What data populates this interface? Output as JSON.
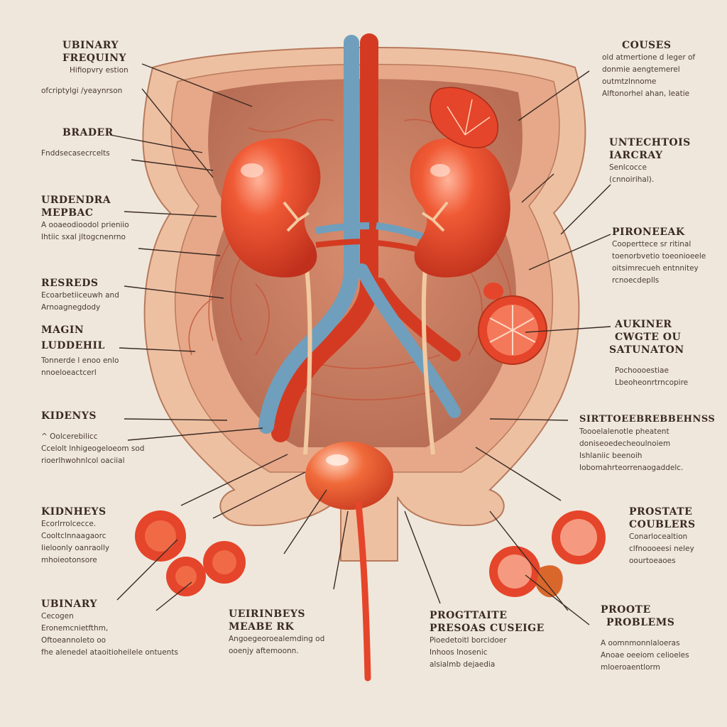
{
  "colors": {
    "background": "#efe7dc",
    "organ_red": "#e5452a",
    "vein_blue": "#6f9fbc",
    "pelvis_tan": "#e7b495",
    "text": "#3a2a24"
  },
  "labels_left": [
    {
      "id": "l1",
      "heading": [
        "UBINARY",
        "FREQUINY"
      ],
      "subtext": [
        "Hifiopvry estion",
        "ofcriptylgi /yeaynrson"
      ]
    },
    {
      "id": "l2",
      "heading": [
        "BRADER"
      ],
      "subtext": [
        "Fnddsecasecrcelts"
      ]
    },
    {
      "id": "l3",
      "heading": [
        "URDENDRA",
        "MEPBAC"
      ],
      "subtext": [
        "A ooaeodioodol prieniio",
        "Ihtiic sxal jltogcnenrno"
      ]
    },
    {
      "id": "l4",
      "heading": [
        "RESREDS"
      ],
      "subtext": [
        "Ecoarbetiiceuwh and",
        "Arnoagnegdody"
      ]
    },
    {
      "id": "l5",
      "heading": [
        "MAGIN",
        "LUDDEHIL"
      ],
      "subtext": [
        "Tonnerde l enoo enlo",
        "nnoeloeactcerl"
      ]
    },
    {
      "id": "l6",
      "heading": [
        "KIDENYS"
      ],
      "subtext": [
        "^ Oolcerebilicc",
        "Ccelolt  lnhigeogeloeom sod",
        "rioerlhwohnlcol oaciial"
      ]
    },
    {
      "id": "l7",
      "heading": [
        "KIDNHEYS"
      ],
      "subtext": [
        "Ecorlrrolcecce.",
        "Cooltclnnaagaorc",
        "Iieloonly oanraolly",
        "mhoieotonsore"
      ]
    }
  ],
  "labels_right": [
    {
      "id": "r1",
      "heading": [
        "COUSES"
      ],
      "subtext": [
        "old atmertione d leger of",
        "donmie aengtemerel",
        "outmtzlnnome",
        "Alftonorhel ahan, Ieatie"
      ]
    },
    {
      "id": "r2",
      "heading": [
        "UNTECHTOIS",
        "IARCRAY"
      ],
      "subtext": [
        "Senlcocce",
        "(cnnoirihal)."
      ]
    },
    {
      "id": "r3",
      "heading": [
        "PIRONEEAK"
      ],
      "subtext": [
        "Cooperttece sr ritinal",
        "toenorbvetio toeonioeele",
        "oitsimrecueh entnnitey",
        "rcnoecdeplls"
      ]
    },
    {
      "id": "r4",
      "heading": [
        "AUKINER",
        "CWGTE OU",
        "SATUNATON"
      ],
      "subtext": [
        "Pochoooestiae",
        "Lbeoheonrtrncopire"
      ]
    },
    {
      "id": "r5",
      "heading": [
        "SIRTTOEEBREBBEHNSS"
      ],
      "subtext": [
        "Toooelalenotle pheatent",
        "doniseoedecheoulnoiem",
        "Ishlaniic beenoih",
        "Iobomahrteorrenaogaddelc."
      ]
    },
    {
      "id": "r6",
      "heading": [
        "PROSTATE",
        "COUBLERS"
      ],
      "subtext": [
        "Conarlocealtion",
        "clfnoooeesi neley",
        "oourtoeaoes"
      ]
    },
    {
      "id": "r7",
      "heading": [
        "PROOTE",
        "PROBLEMS"
      ],
      "subtext": [
        "A oomnmonnlaloeras",
        "Anoae oeeiom celioeles",
        "mloeroaentlorm"
      ]
    }
  ],
  "labels_bottom": [
    {
      "id": "b1",
      "heading": [
        "UBINARY"
      ],
      "subtext": [
        "Cecogen",
        "Eronemcnietfthm,",
        "Oftoeannoleto oo",
        "fhe alenedel ataoitioheilele  ontuents"
      ]
    },
    {
      "id": "b2",
      "heading": [
        "UEIRINBEYS",
        "MEABE RK"
      ],
      "subtext": [
        "Angoegeoroealemding od",
        "ooenjy aftemoonn."
      ]
    },
    {
      "id": "b3",
      "heading": [
        "PROGTTAITE",
        "PRESOAS CUSEIGE"
      ],
      "subtext": [
        "Pioedetoitl borcidoer",
        "Inhoos Inosenic",
        "alsialmb dejaedia"
      ]
    }
  ]
}
